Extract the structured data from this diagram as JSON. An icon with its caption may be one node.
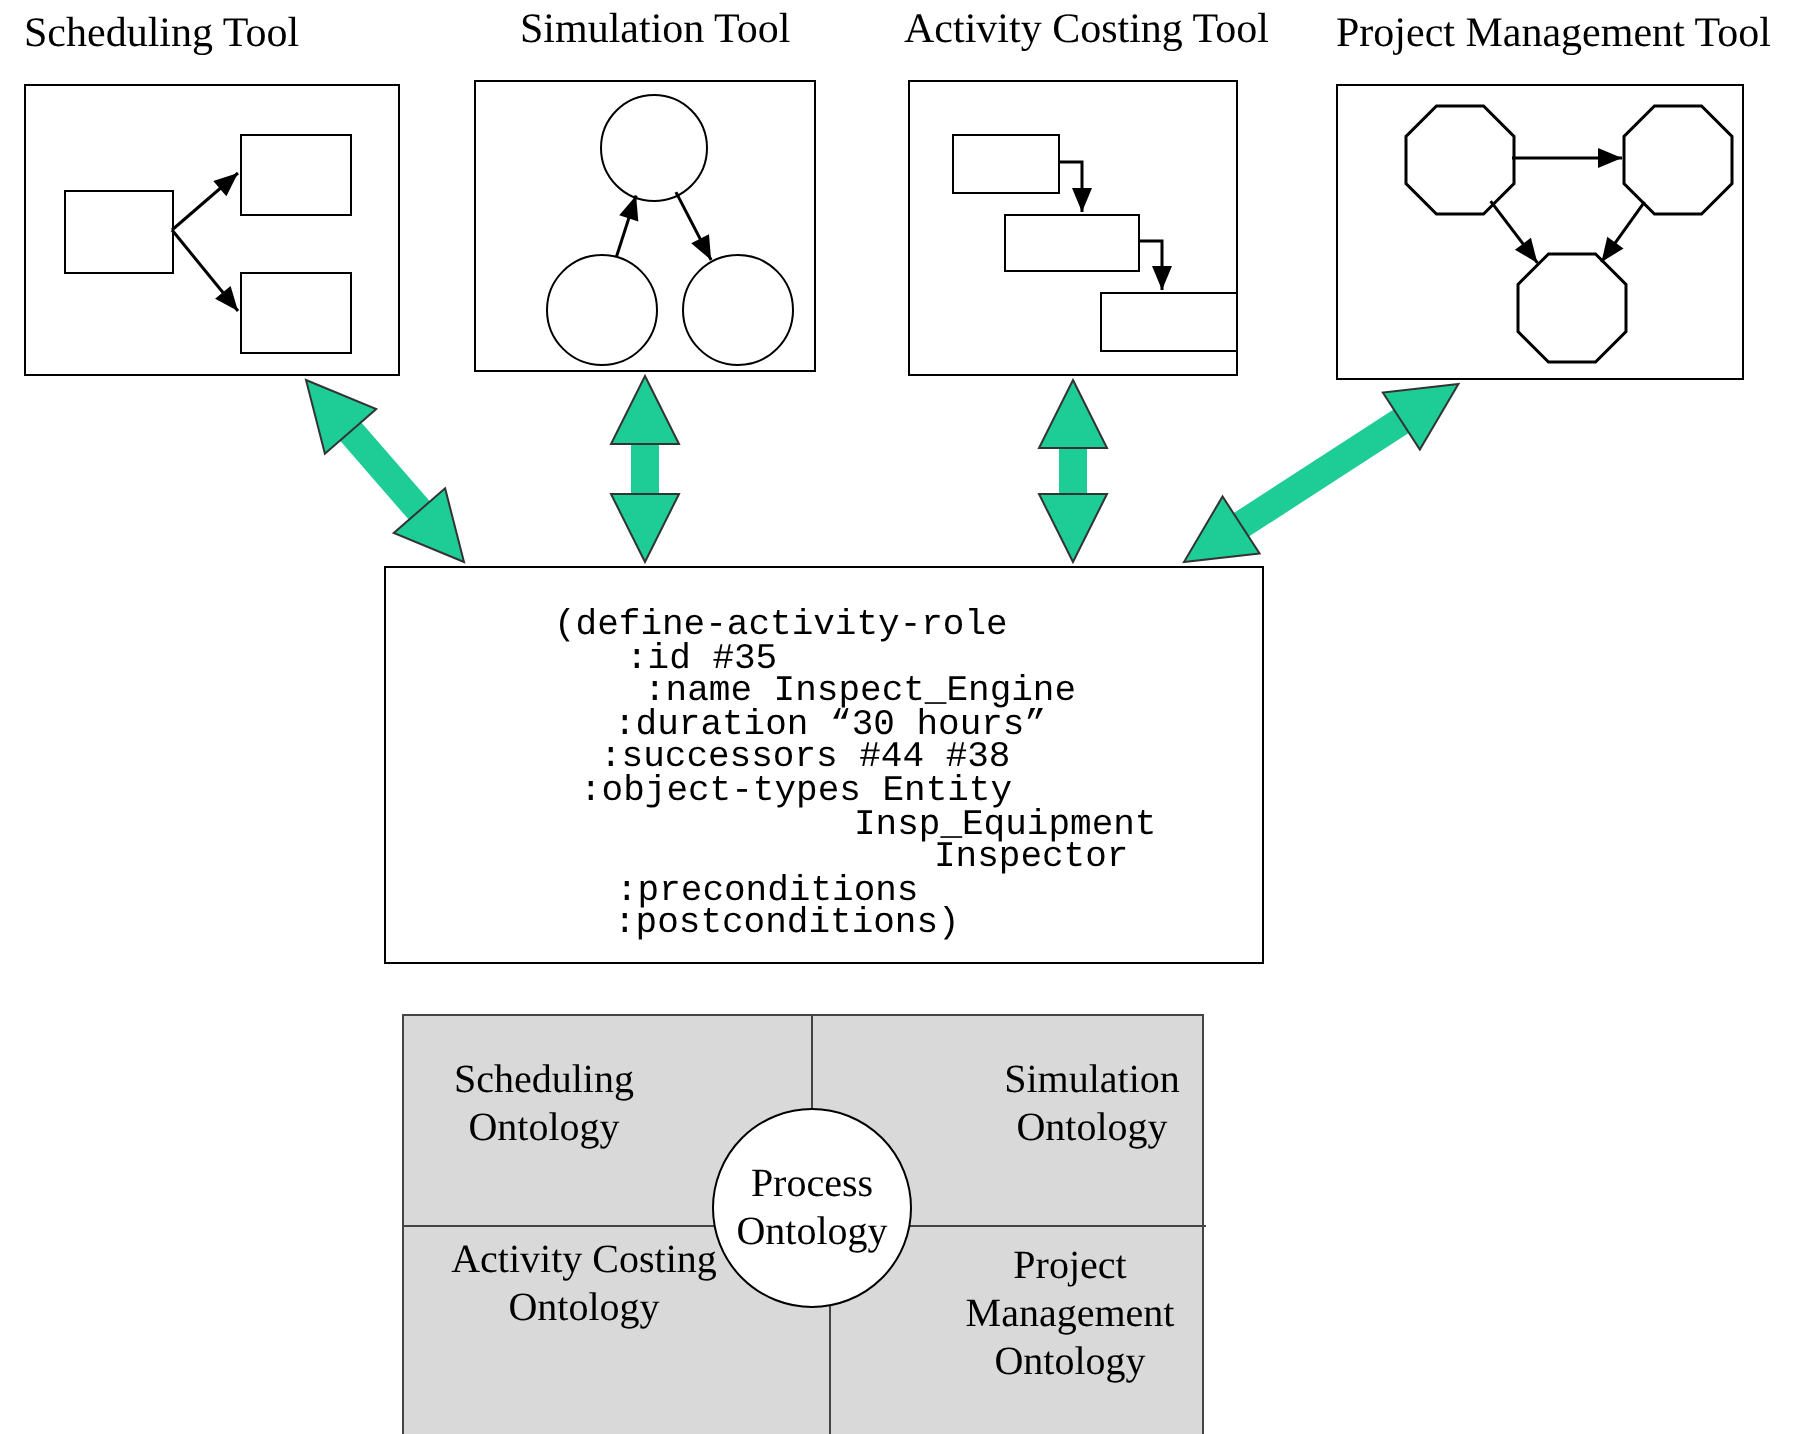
{
  "diagram": {
    "nodes": [
      {
        "text": [
          "Scheduling Tool"
        ]
      },
      {
        "text": [],
        "shape": "box",
        "in": 0
      },
      {
        "text": [],
        "shape": "box",
        "in": 0
      },
      {
        "text": [],
        "shape": "box",
        "in": 0
      },
      {
        "text": [
          "Simulation Tool"
        ]
      },
      {
        "text": [],
        "shape": "circle",
        "in": 4
      },
      {
        "text": [],
        "shape": "circle",
        "in": 4
      },
      {
        "text": [],
        "shape": "circle",
        "in": 4
      },
      {
        "text": [
          "Activity Costing Tool"
        ]
      },
      {
        "text": [],
        "shape": "box",
        "in": 8
      },
      {
        "text": [],
        "shape": "box",
        "in": 8
      },
      {
        "text": [],
        "shape": "box",
        "in": 8
      },
      {
        "text": [
          "Project Management Tool"
        ]
      },
      {
        "text": [],
        "shape": "octagon",
        "in": 12
      },
      {
        "text": [],
        "shape": "octagon",
        "in": 12
      },
      {
        "text": [],
        "shape": "octagon",
        "in": 12
      },
      {
        "text": [
          "(define-activity-role",
          ":id #35",
          ":name Inspect_Engine",
          ":duration “30 hours”",
          ":successors #44 #38",
          ":object-types Entity",
          "Insp_Equipment",
          "Inspector",
          ":preconditions",
          ":postconditions)"
        ]
      },
      {
        "text": [],
        "shape": "box"
      },
      {
        "text": [
          "Scheduling Ontology"
        ],
        "in": 17
      },
      {
        "text": [
          "Simulation Ontology"
        ],
        "in": 17
      },
      {
        "text": [
          "Activity Costing Ontology"
        ],
        "in": 17
      },
      {
        "text": [
          "Project Management Ontology"
        ],
        "in": 17
      },
      {
        "text": [
          "Process Ontology"
        ],
        "in": 17
      }
    ],
    "edges": [
      {
        "from": 1,
        "to": 2,
        "arrow": "to"
      },
      {
        "from": 1,
        "to": 3,
        "arrow": "to"
      },
      {
        "from": 6,
        "to": 5,
        "arrow": "to"
      },
      {
        "from": 5,
        "to": 7,
        "arrow": "to"
      },
      {
        "from": 9,
        "to": 10,
        "arrow": "to"
      },
      {
        "from": 10,
        "to": 11,
        "arrow": "to"
      },
      {
        "from": 13,
        "to": 14,
        "arrow": "to"
      },
      {
        "from": 13,
        "to": 15,
        "arrow": "to"
      },
      {
        "from": 14,
        "to": 15,
        "arrow": "to"
      },
      {
        "from": 0,
        "to": 16,
        "arrow": "both",
        "style": "thick",
        "color": "#1ecc96"
      },
      {
        "from": 4,
        "to": 16,
        "arrow": "both",
        "style": "thick",
        "color": "#1ecc96"
      },
      {
        "from": 8,
        "to": 16,
        "arrow": "both",
        "style": "thick",
        "color": "#1ecc96"
      },
      {
        "from": 12,
        "to": 16,
        "arrow": "both",
        "style": "thick",
        "color": "#1ecc96"
      }
    ]
  }
}
